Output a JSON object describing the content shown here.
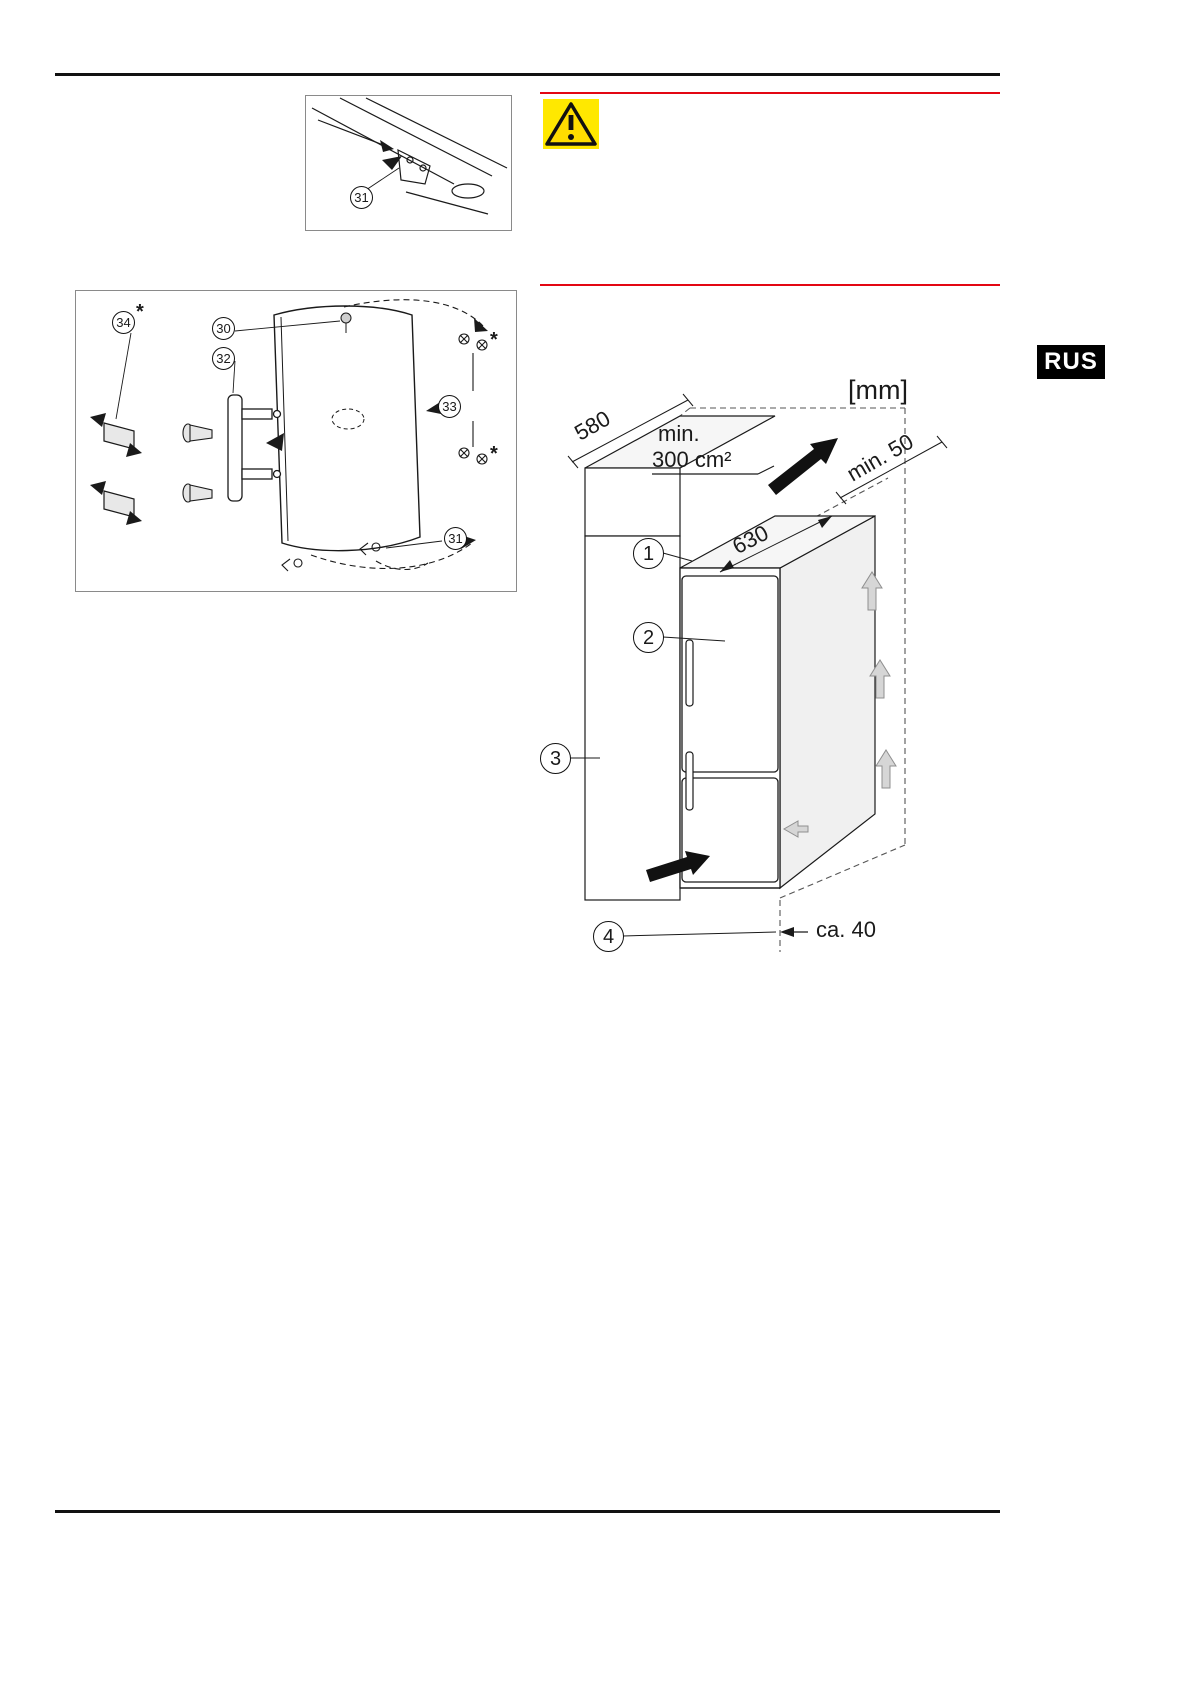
{
  "language_tab": {
    "label": "RUS"
  },
  "figure_hinge": {
    "callout_31": "31"
  },
  "figure_door": {
    "callout_34": "34",
    "callout_30": "30",
    "callout_32": "32",
    "callout_33": "33",
    "callout_31": "31",
    "asterisk": "*"
  },
  "figure_install": {
    "units": "[mm]",
    "dim_depth": "580",
    "dim_min_word": "min.",
    "dim_vent_area": "300 cm²",
    "dim_top_clearance": "min. 50",
    "dim_niche_depth": "630",
    "dim_base_clearance": "ca. 40",
    "callout_1": "1",
    "callout_2": "2",
    "callout_3": "3",
    "callout_4": "4"
  },
  "colors": {
    "accent_red": "#e30613",
    "warning_yellow": "#ffdd00"
  }
}
